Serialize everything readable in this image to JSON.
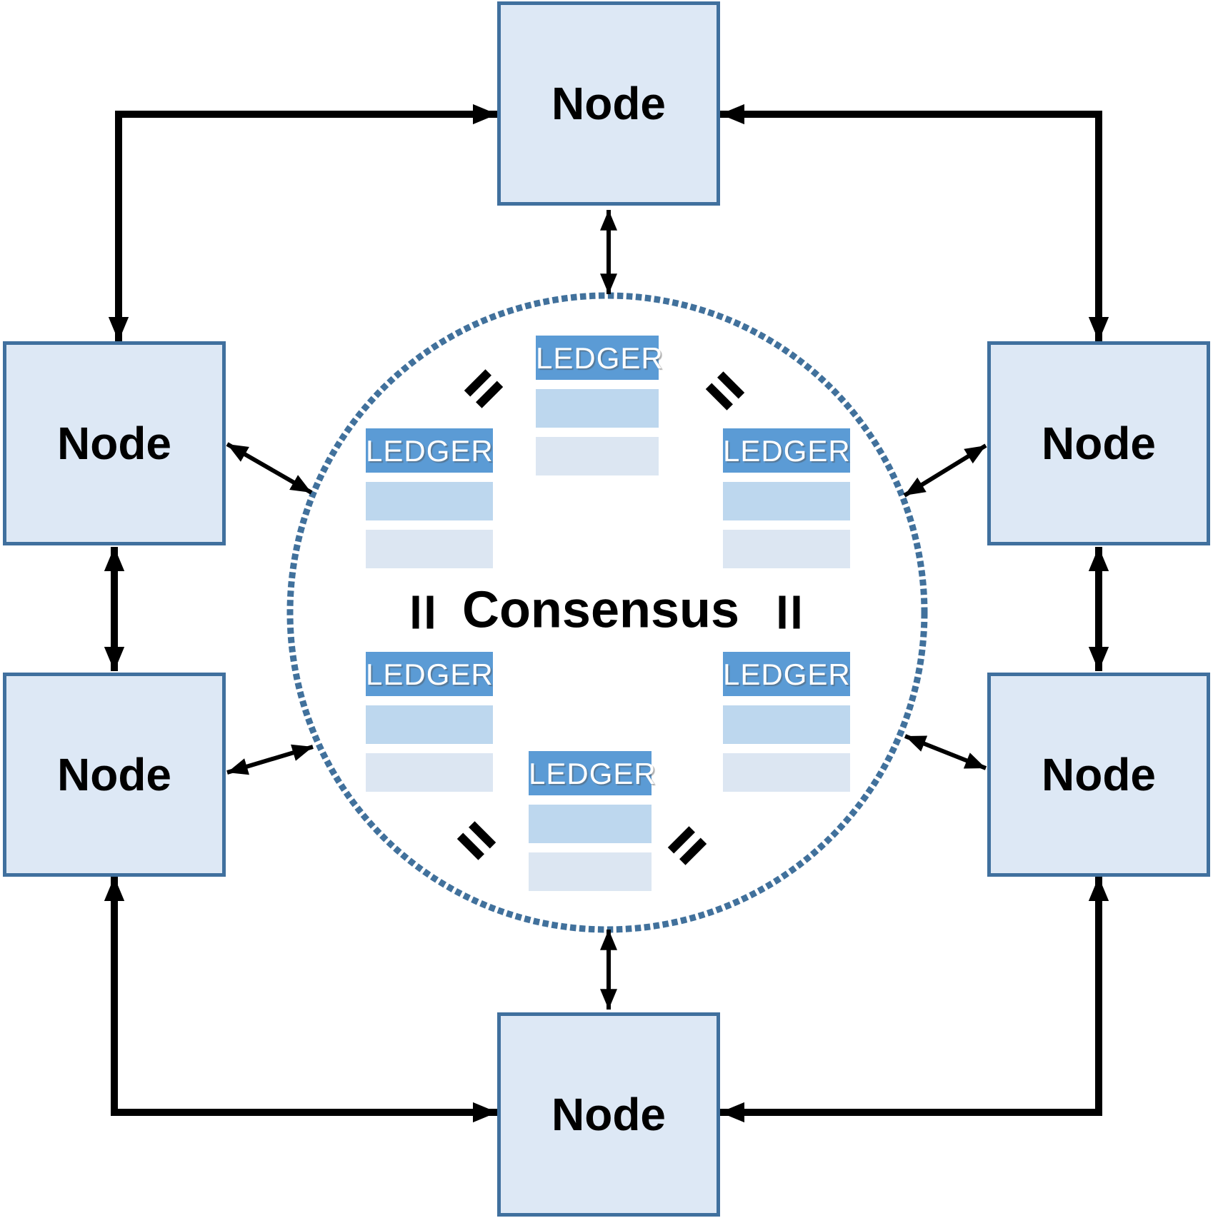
{
  "diagram": {
    "type": "peer-to-peer consensus network",
    "consensus": {
      "label": "Consensus"
    },
    "nodes": [
      {
        "id": "node-top",
        "label": "Node"
      },
      {
        "id": "node-upper-left",
        "label": "Node"
      },
      {
        "id": "node-upper-right",
        "label": "Node"
      },
      {
        "id": "node-lower-left",
        "label": "Node"
      },
      {
        "id": "node-lower-right",
        "label": "Node"
      },
      {
        "id": "node-bottom",
        "label": "Node"
      }
    ],
    "ledgers": [
      {
        "id": "ledger-top-center",
        "label": "LEDGER",
        "rows": 2
      },
      {
        "id": "ledger-upper-left",
        "label": "LEDGER",
        "rows": 2
      },
      {
        "id": "ledger-upper-right",
        "label": "LEDGER",
        "rows": 2
      },
      {
        "id": "ledger-lower-left",
        "label": "LEDGER",
        "rows": 2
      },
      {
        "id": "ledger-lower-right",
        "label": "LEDGER",
        "rows": 2
      },
      {
        "id": "ledger-bottom-center",
        "label": "LEDGER",
        "rows": 2
      }
    ],
    "equality_marks": [
      {
        "id": "equals-top-left",
        "angle_deg": -45
      },
      {
        "id": "equals-top-right",
        "angle_deg": 45
      },
      {
        "id": "equals-bottom-left",
        "angle_deg": 45
      },
      {
        "id": "equals-bottom-right",
        "angle_deg": -45
      },
      {
        "id": "equals-mid-left",
        "angle_deg": 90
      },
      {
        "id": "equals-mid-right",
        "angle_deg": 90
      }
    ],
    "connectors": {
      "node_to_node": "double-headed right-angle and straight black arrows",
      "node_to_circle": "thin double-headed black arrows touching dotted circle"
    },
    "colors": {
      "background": "#ffffff",
      "node_fill": "#dde8f5",
      "node_border": "#40709e",
      "ledger_header": "#5b9bd5",
      "ledger_row_1": "#bdd7ee",
      "ledger_row_2": "#dce6f2",
      "ledger_text": "#ffffff",
      "circle_dots": "#41719c",
      "arrow": "#000000",
      "text": "#000000"
    }
  }
}
